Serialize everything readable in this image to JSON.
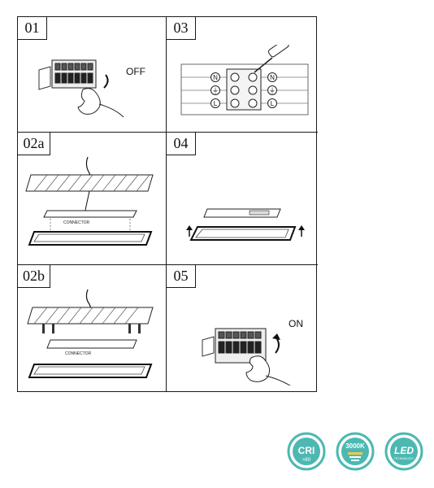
{
  "steps": [
    {
      "id": "01",
      "label": "01",
      "annotation": "OFF"
    },
    {
      "id": "03",
      "label": "03"
    },
    {
      "id": "02a",
      "label": "02a",
      "annotation": "CONNECTOR"
    },
    {
      "id": "04",
      "label": "04"
    },
    {
      "id": "02b",
      "label": "02b",
      "annotation": "CONNECTOR"
    },
    {
      "id": "05",
      "label": "05",
      "annotation": "ON"
    }
  ],
  "wiring_symbols": [
    "N",
    "⏚",
    "L"
  ],
  "badges": [
    {
      "name": "cri-badge",
      "main": "CRI",
      "sub": ">80",
      "color": "#4db8b2"
    },
    {
      "name": "color-temp-badge",
      "main": "3000K",
      "color": "#4db8b2",
      "accent": "#f2c94c"
    },
    {
      "name": "led-badge",
      "main": "LED",
      "sub": "TECHNOLOGY",
      "color": "#4db8b2"
    }
  ]
}
